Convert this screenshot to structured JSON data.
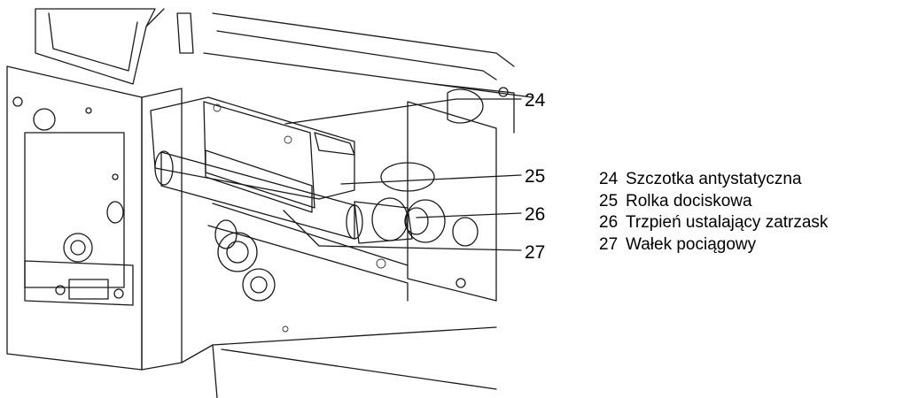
{
  "callouts": [
    {
      "number": "24",
      "label": "Szczotka antystatyczna"
    },
    {
      "number": "25",
      "label": "Rolka dociskowa"
    },
    {
      "number": "26",
      "label": "Trzpień ustalający zatrzask"
    },
    {
      "number": "27",
      "label": "Wałek pociągowy"
    }
  ]
}
